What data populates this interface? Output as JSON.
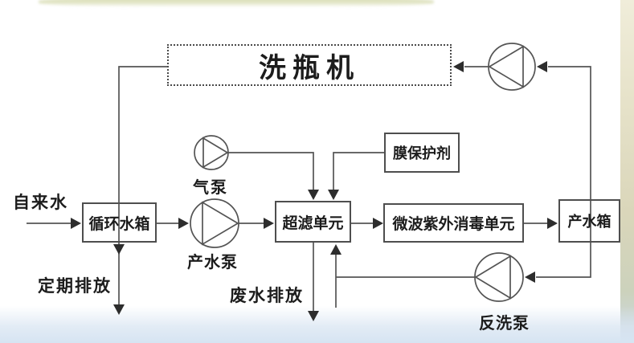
{
  "slide": {
    "background": {
      "top_strip_color": "#d9ddb6",
      "right_strip_color": "#dfdbc2",
      "bottom_band_color": "#d6e4f2"
    }
  },
  "diagram": {
    "nodes": {
      "washer": {
        "label": "洗瓶机",
        "shape": "dashed-box"
      },
      "circulation_tank": {
        "label": "循环水箱",
        "shape": "box"
      },
      "uf_unit": {
        "label": "超滤单元",
        "shape": "box"
      },
      "membrane_protectant": {
        "label": "膜保护剂",
        "shape": "box"
      },
      "uv_unit": {
        "label": "微波紫外消毒单元",
        "shape": "box"
      },
      "product_tank": {
        "label": "产水箱",
        "shape": "box"
      }
    },
    "pumps": {
      "air_pump": {
        "label": "气泵",
        "symbol": "circle-triangle-right"
      },
      "product_pump": {
        "label": "产水泵",
        "symbol": "circle-triangle-right"
      },
      "backwash_pump": {
        "label": "反洗泵",
        "symbol": "circle-triangle-left"
      },
      "return_pump": {
        "symbol": "circle-triangle-left"
      }
    },
    "flow_labels": {
      "tap_water": "自来水",
      "periodic_discharge": "定期排放",
      "waste_discharge": "废水排放"
    },
    "colors": {
      "line": "#545454",
      "arrow": "#2d2d2d",
      "text": "#1c1c1c",
      "box_border": "#4e4e4e"
    }
  }
}
